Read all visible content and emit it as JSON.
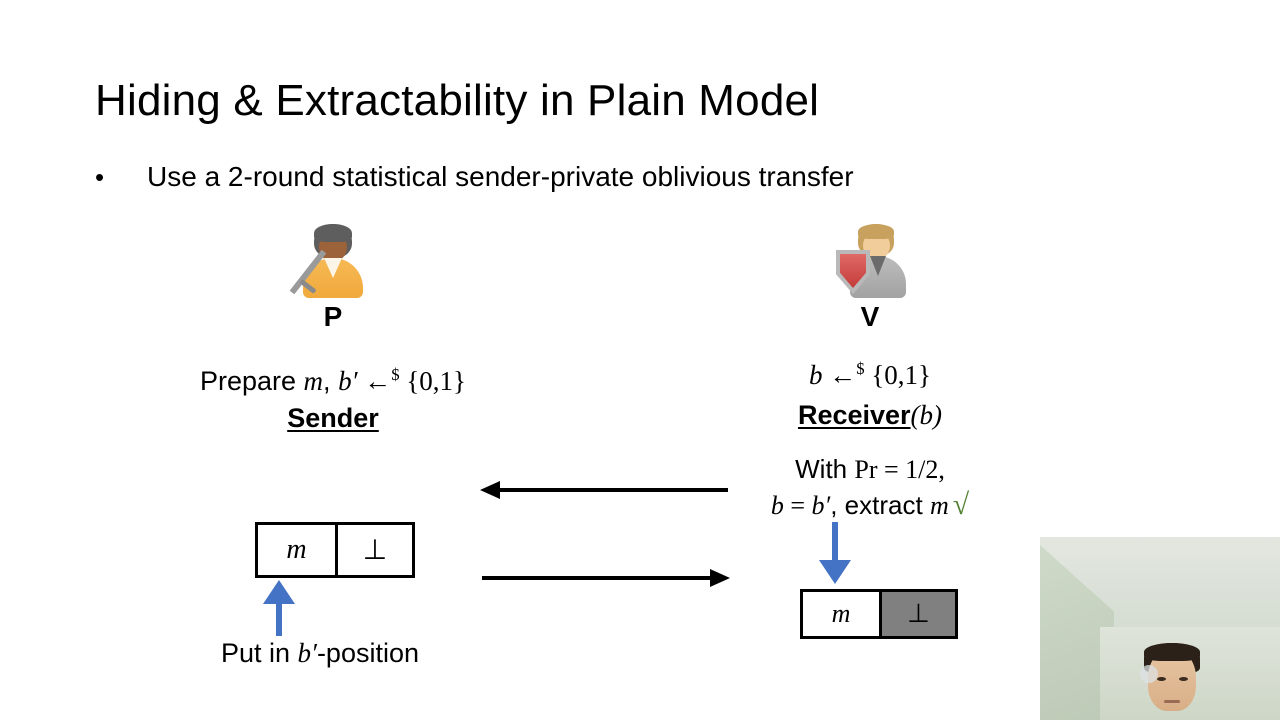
{
  "slide": {
    "title": "Hiding & Extractability in Plain Model",
    "bullet_marker": "•",
    "bullet_text": "Use a 2-round statistical sender-private oblivious transfer"
  },
  "prover": {
    "avatar_icon": "person-with-sword-avatar-icon",
    "label": "P",
    "prepare_prefix": "Prepare ",
    "prepare_m": "m",
    "prepare_comma": ", ",
    "prepare_bprime": "b′",
    "prepare_arrow": " ←",
    "prepare_dollar": "$",
    "prepare_set": " {0,1}",
    "role": "Sender"
  },
  "verifier": {
    "avatar_icon": "person-with-shield-avatar-icon",
    "label": "V",
    "sample_b": "b",
    "sample_arrow": " ←",
    "sample_dollar": "$",
    "sample_set": " {0,1}",
    "role": "Receiver",
    "role_arg": "(b)",
    "note_line1_prefix": "With ",
    "note_line1_pr": "Pr",
    "note_line1_value": " = 1/2,",
    "note_line2_b": "b",
    "note_line2_eq": " = ",
    "note_line2_bprime": "b′",
    "note_line2_text": ", extract ",
    "note_line2_m": "m",
    "note_line2_check": "√"
  },
  "sender_box": {
    "name": "sender-ot-box",
    "cells": [
      {
        "value": "m",
        "shaded": false
      },
      {
        "value": "⊥",
        "shaded": false
      }
    ]
  },
  "receiver_box": {
    "name": "receiver-ot-box",
    "cells": [
      {
        "value": "m",
        "shaded": false
      },
      {
        "value": "⊥",
        "shaded": true
      }
    ]
  },
  "captions": {
    "put_in_prefix": "Put in ",
    "put_in_bprime": "b′",
    "put_in_suffix": "-position"
  },
  "arrows": {
    "verifier_to_prover": "arrow-left",
    "prover_to_verifier": "arrow-right",
    "put_in_position": "arrow-up",
    "extract_into_box": "arrow-down"
  },
  "webcam": {
    "name": "webcam-presenter-overlay",
    "description": "presenter video feed"
  },
  "colors": {
    "background": "#ffffff",
    "text": "#000000",
    "accent_blue": "#4472c4",
    "check_green": "#548235",
    "shaded_cell": "#808080",
    "box_border": "#000000"
  }
}
